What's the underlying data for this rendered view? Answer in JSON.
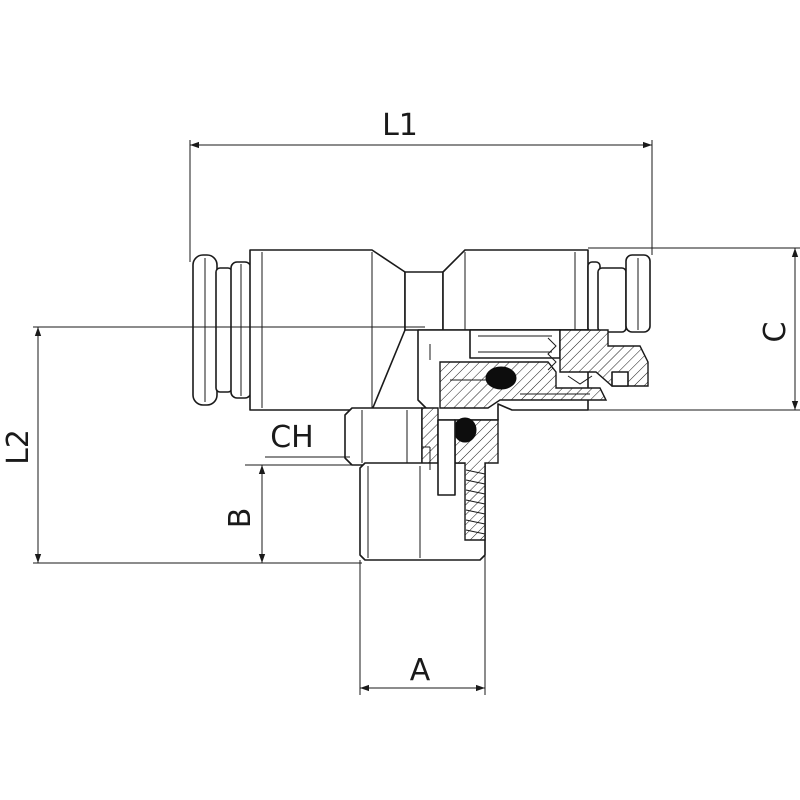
{
  "labels": {
    "l1": "L1",
    "l2": "L2",
    "c": "C",
    "ch": "CH",
    "b": "B",
    "a": "A"
  },
  "colors": {
    "line": "#1a1a1a",
    "background": "#ffffff",
    "seal": "#0d0d0d"
  }
}
